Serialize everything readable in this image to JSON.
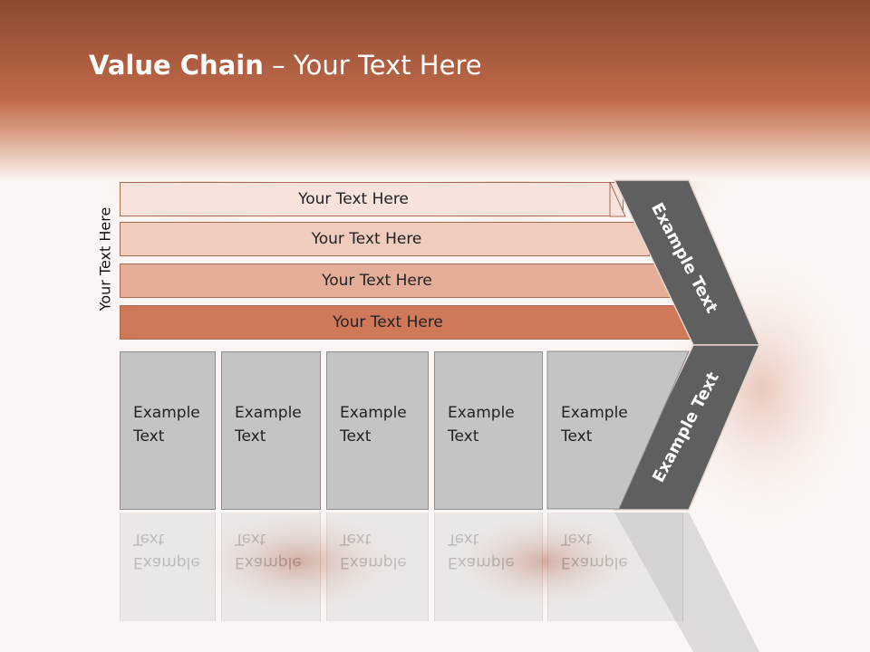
{
  "title": {
    "bold": "Value Chain",
    "rest": " – Your Text Here"
  },
  "side_label": "Your Text Here",
  "bars": [
    {
      "label": "Your Text Here"
    },
    {
      "label": "Your Text Here"
    },
    {
      "label": "Your Text Here"
    },
    {
      "label": "Your Text Here"
    }
  ],
  "boxes": [
    {
      "line1": "Example",
      "line2": "Text"
    },
    {
      "line1": "Example",
      "line2": "Text"
    },
    {
      "line1": "Example",
      "line2": "Text"
    },
    {
      "line1": "Example",
      "line2": "Text"
    },
    {
      "line1": "Example",
      "line2": "Text"
    }
  ],
  "chevron": {
    "upper": "Example Text",
    "lower": "Example Text"
  },
  "colors": {
    "header": "#c0694a",
    "chevron": "#5f5f5f",
    "box": "#c4c4c4",
    "bar_dark": "#cf785a"
  }
}
